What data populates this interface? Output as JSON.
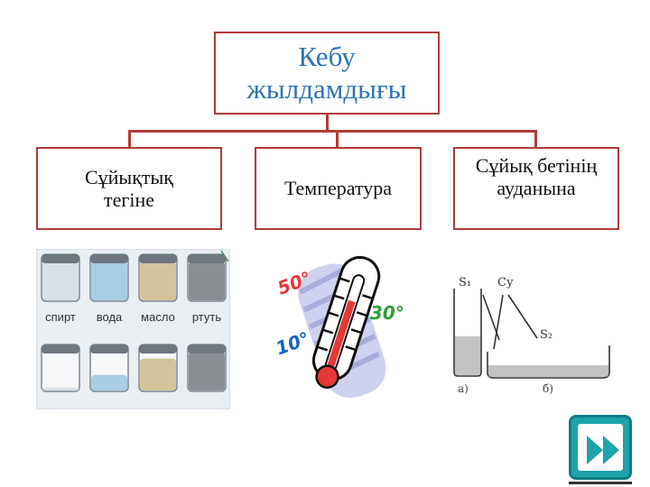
{
  "root": {
    "label": "Кебу жылдамдығы"
  },
  "factors": [
    {
      "label": "Сұйықтық тегіне"
    },
    {
      "label": "Температура"
    },
    {
      "label": "Сұйық бетінің ауданына"
    }
  ],
  "liquids": {
    "labels": [
      "спирт",
      "вода",
      "масло",
      "ртуть"
    ],
    "colors": [
      "#d9e1e8",
      "#a9cbe3",
      "#d3c39a",
      "#8a8e93"
    ]
  },
  "thermometer": {
    "readings": [
      "50°",
      "30°",
      "10°"
    ],
    "colors": {
      "hot": "#e53935",
      "warm": "#2e9e3a",
      "cold": "#1565c0"
    }
  },
  "vessels": {
    "labels": [
      "S₁",
      "Cу",
      "S₂",
      "а)",
      "б)"
    ]
  },
  "colors": {
    "border": "#b23b3b",
    "title": "#2e74b5",
    "nav": "#1fa3a8"
  },
  "nav": {
    "icon": "fast-forward-icon"
  }
}
